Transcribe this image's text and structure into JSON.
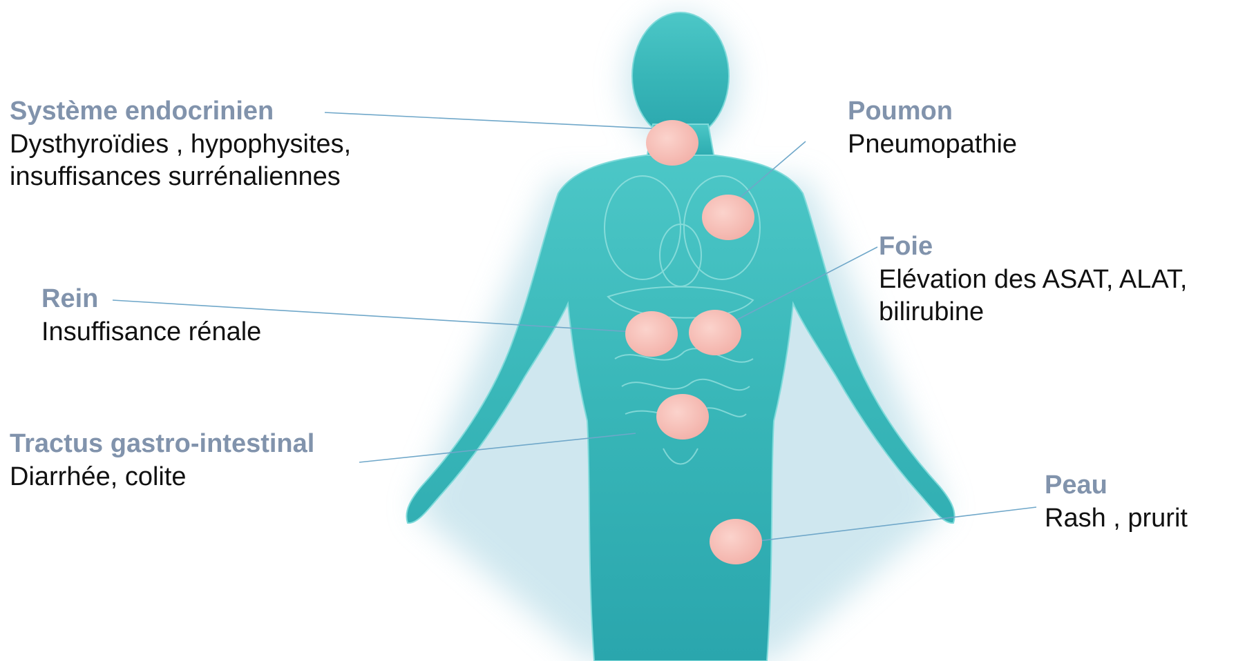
{
  "colors": {
    "body": "#3fbcbc",
    "body_glow": "#bfe0ea",
    "organ_spot": "#f6b8b0",
    "leader_line": "#6fa7c9",
    "title": "#8193ac",
    "text": "#111111"
  },
  "organs": [
    {
      "id": "endocrine",
      "title": "Système endocrinien",
      "lines": [
        "Dysthyroïdies , hypophysites,",
        "insuffisances surrénaliennes"
      ]
    },
    {
      "id": "lung",
      "title": "Poumon",
      "lines": [
        "Pneumopathie"
      ]
    },
    {
      "id": "liver",
      "title": "Foie",
      "lines": [
        "Elévation des ASAT, ALAT,",
        "bilirubine"
      ]
    },
    {
      "id": "kidney",
      "title": "Rein",
      "lines": [
        "Insuffisance rénale"
      ]
    },
    {
      "id": "gi",
      "title": "Tractus gastro-intestinal",
      "lines": [
        "Diarrhée,  colite"
      ]
    },
    {
      "id": "skin",
      "title": "Peau",
      "lines": [
        "Rash , prurit"
      ]
    }
  ]
}
